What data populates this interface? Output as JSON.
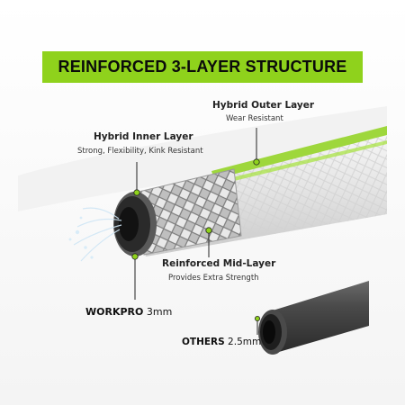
{
  "banner": {
    "title": "REINFORCED 3-LAYER STRUCTURE",
    "color": "#8fd21c"
  },
  "layers": {
    "outer": {
      "title": "Hybrid Outer Layer",
      "subtitle": "Wear Resistant"
    },
    "inner": {
      "title": "Hybrid Inner Layer",
      "subtitle": "Strong, Flexibility, Kink Resistant"
    },
    "mid": {
      "title": "Reinforced Mid-Layer",
      "subtitle": "Provides Extra Strength"
    }
  },
  "comparison": {
    "workpro": {
      "brand": "WORKPRO",
      "thickness": "3mm"
    },
    "others": {
      "brand": "OTHERS",
      "thickness": "2.5mm"
    }
  },
  "colors": {
    "accent": "#8fd21c",
    "hose_dark": "#3c3c3c"
  }
}
